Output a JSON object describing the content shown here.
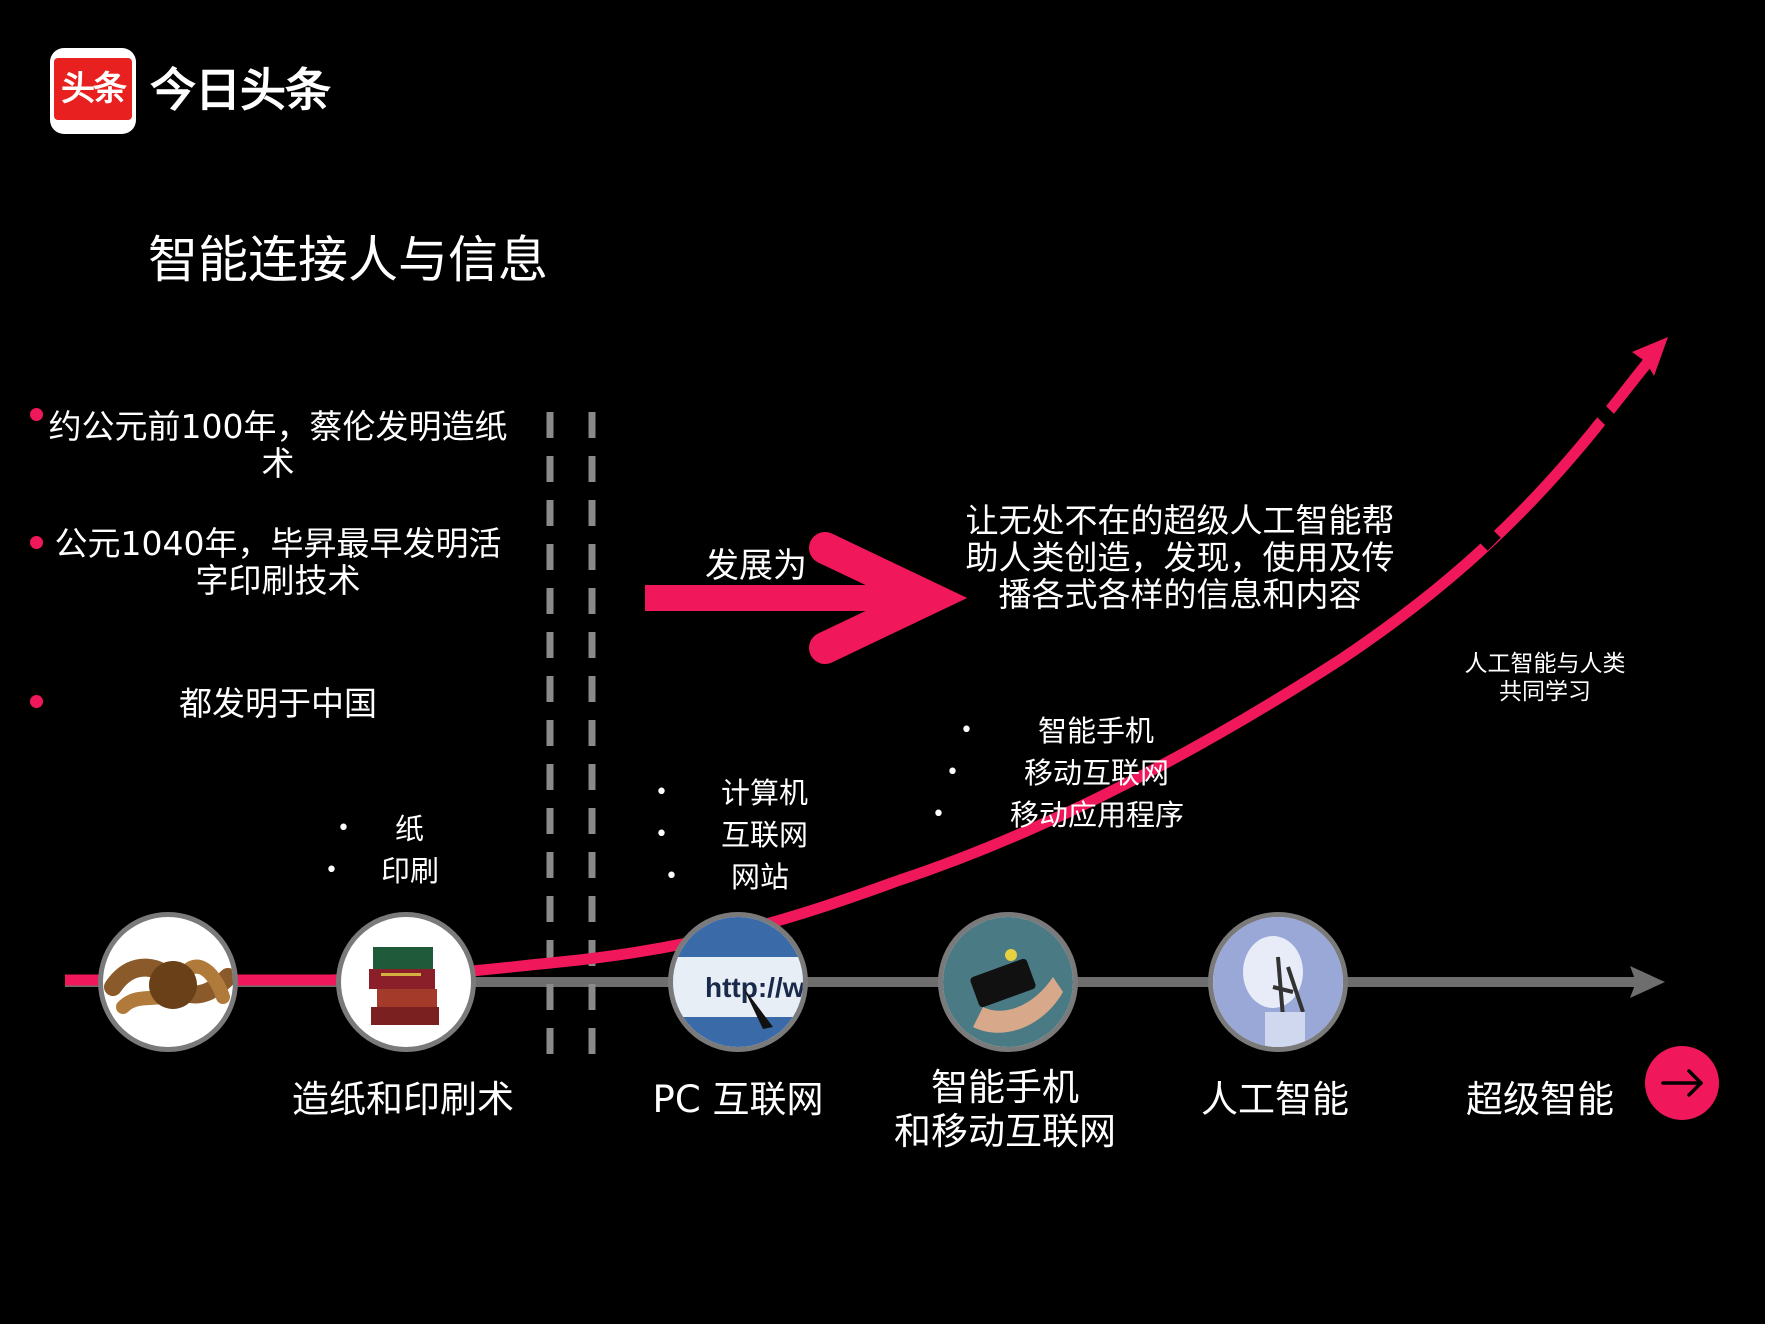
{
  "brand": {
    "logo_text": "头条",
    "name": "今日头条"
  },
  "title": "智能连接人与信息",
  "facts": [
    {
      "line1": "约公元前100年，蔡伦发明造纸",
      "line2": "术"
    },
    {
      "line1": "公元1040年，毕昇最早发明活",
      "line2": "字印刷技术"
    },
    {
      "line1": "都发明于中国",
      "line2": ""
    }
  ],
  "develops_to": "发展为",
  "future_text": {
    "line1": "让无处不在的超级人工智能帮",
    "line2": "助人类创造，发现，使用及传",
    "line3": "播各式各样的信息和内容"
  },
  "ai_note": {
    "line1": "人工智能与人类",
    "line2": "共同学习"
  },
  "lists": {
    "paper": [
      "纸",
      "印刷"
    ],
    "pc": [
      "计算机",
      "互联网",
      "网站"
    ],
    "mobile": [
      "智能手机",
      "移动互联网",
      "移动应用程序"
    ]
  },
  "stages": {
    "paper": "造纸和印刷术",
    "pc": "PC 互联网",
    "mobile_line1": "智能手机",
    "mobile_line2": "和移动互联网",
    "ai": "人工智能",
    "super": "超级智能"
  },
  "image_icons": [
    "rope-knot-icon",
    "books-icon",
    "browser-http-icon",
    "smartphone-hand-icon",
    "robot-icon"
  ],
  "colors": {
    "accent": "#f0185a",
    "axis": "#6e6e6e",
    "background": "#000000",
    "logo_red": "#e8201f"
  }
}
